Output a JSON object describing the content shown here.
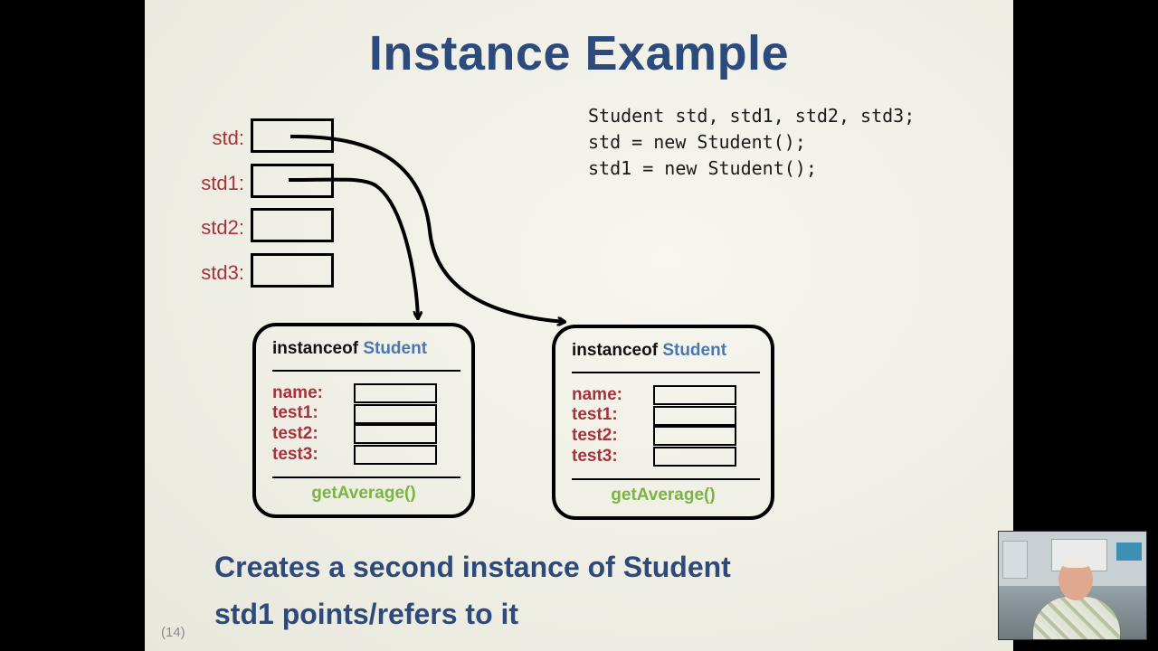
{
  "slide": {
    "title": "Instance Example",
    "code_lines": [
      "Student std, std1, std2, std3;",
      "std = new Student();",
      "std1 = new Student();"
    ],
    "variables": [
      "std:",
      "std1:",
      "std2:",
      "std3:"
    ],
    "instances": [
      {
        "header_keyword": "instanceof",
        "header_class": "Student",
        "fields": [
          "name:",
          "test1:",
          "test2:",
          "test3:"
        ],
        "method": "getAverage()"
      },
      {
        "header_keyword": "instanceof",
        "header_class": "Student",
        "fields": [
          "name:",
          "test1:",
          "test2:",
          "test3:"
        ],
        "method": "getAverage()"
      }
    ],
    "captions": [
      "Creates a second instance of Student",
      "std1 points/refers to it"
    ],
    "page_number": "(14)"
  },
  "colors": {
    "title": "#2c4a7c",
    "variable_label": "#a5333a",
    "class_name": "#4a77b0",
    "method": "#7ab441"
  }
}
